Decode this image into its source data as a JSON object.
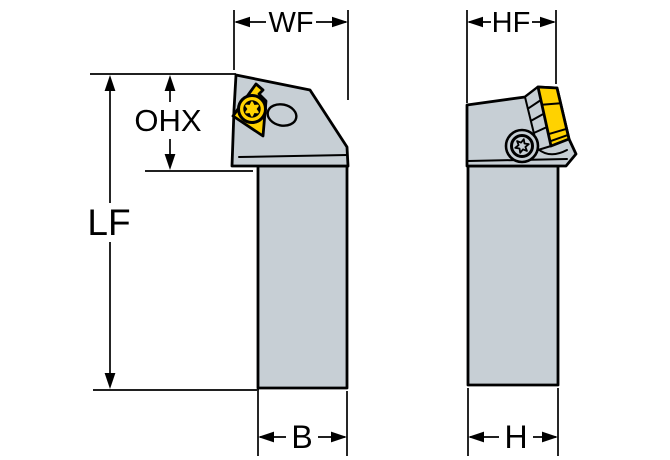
{
  "labels": {
    "wf": "WF",
    "hf": "HF",
    "ohx": "OHX",
    "lf": "LF",
    "b": "B",
    "h": "H"
  },
  "colors": {
    "background": "#ffffff",
    "body": "#c7cfd5",
    "insert": "#ffd200",
    "outline": "#000000"
  }
}
